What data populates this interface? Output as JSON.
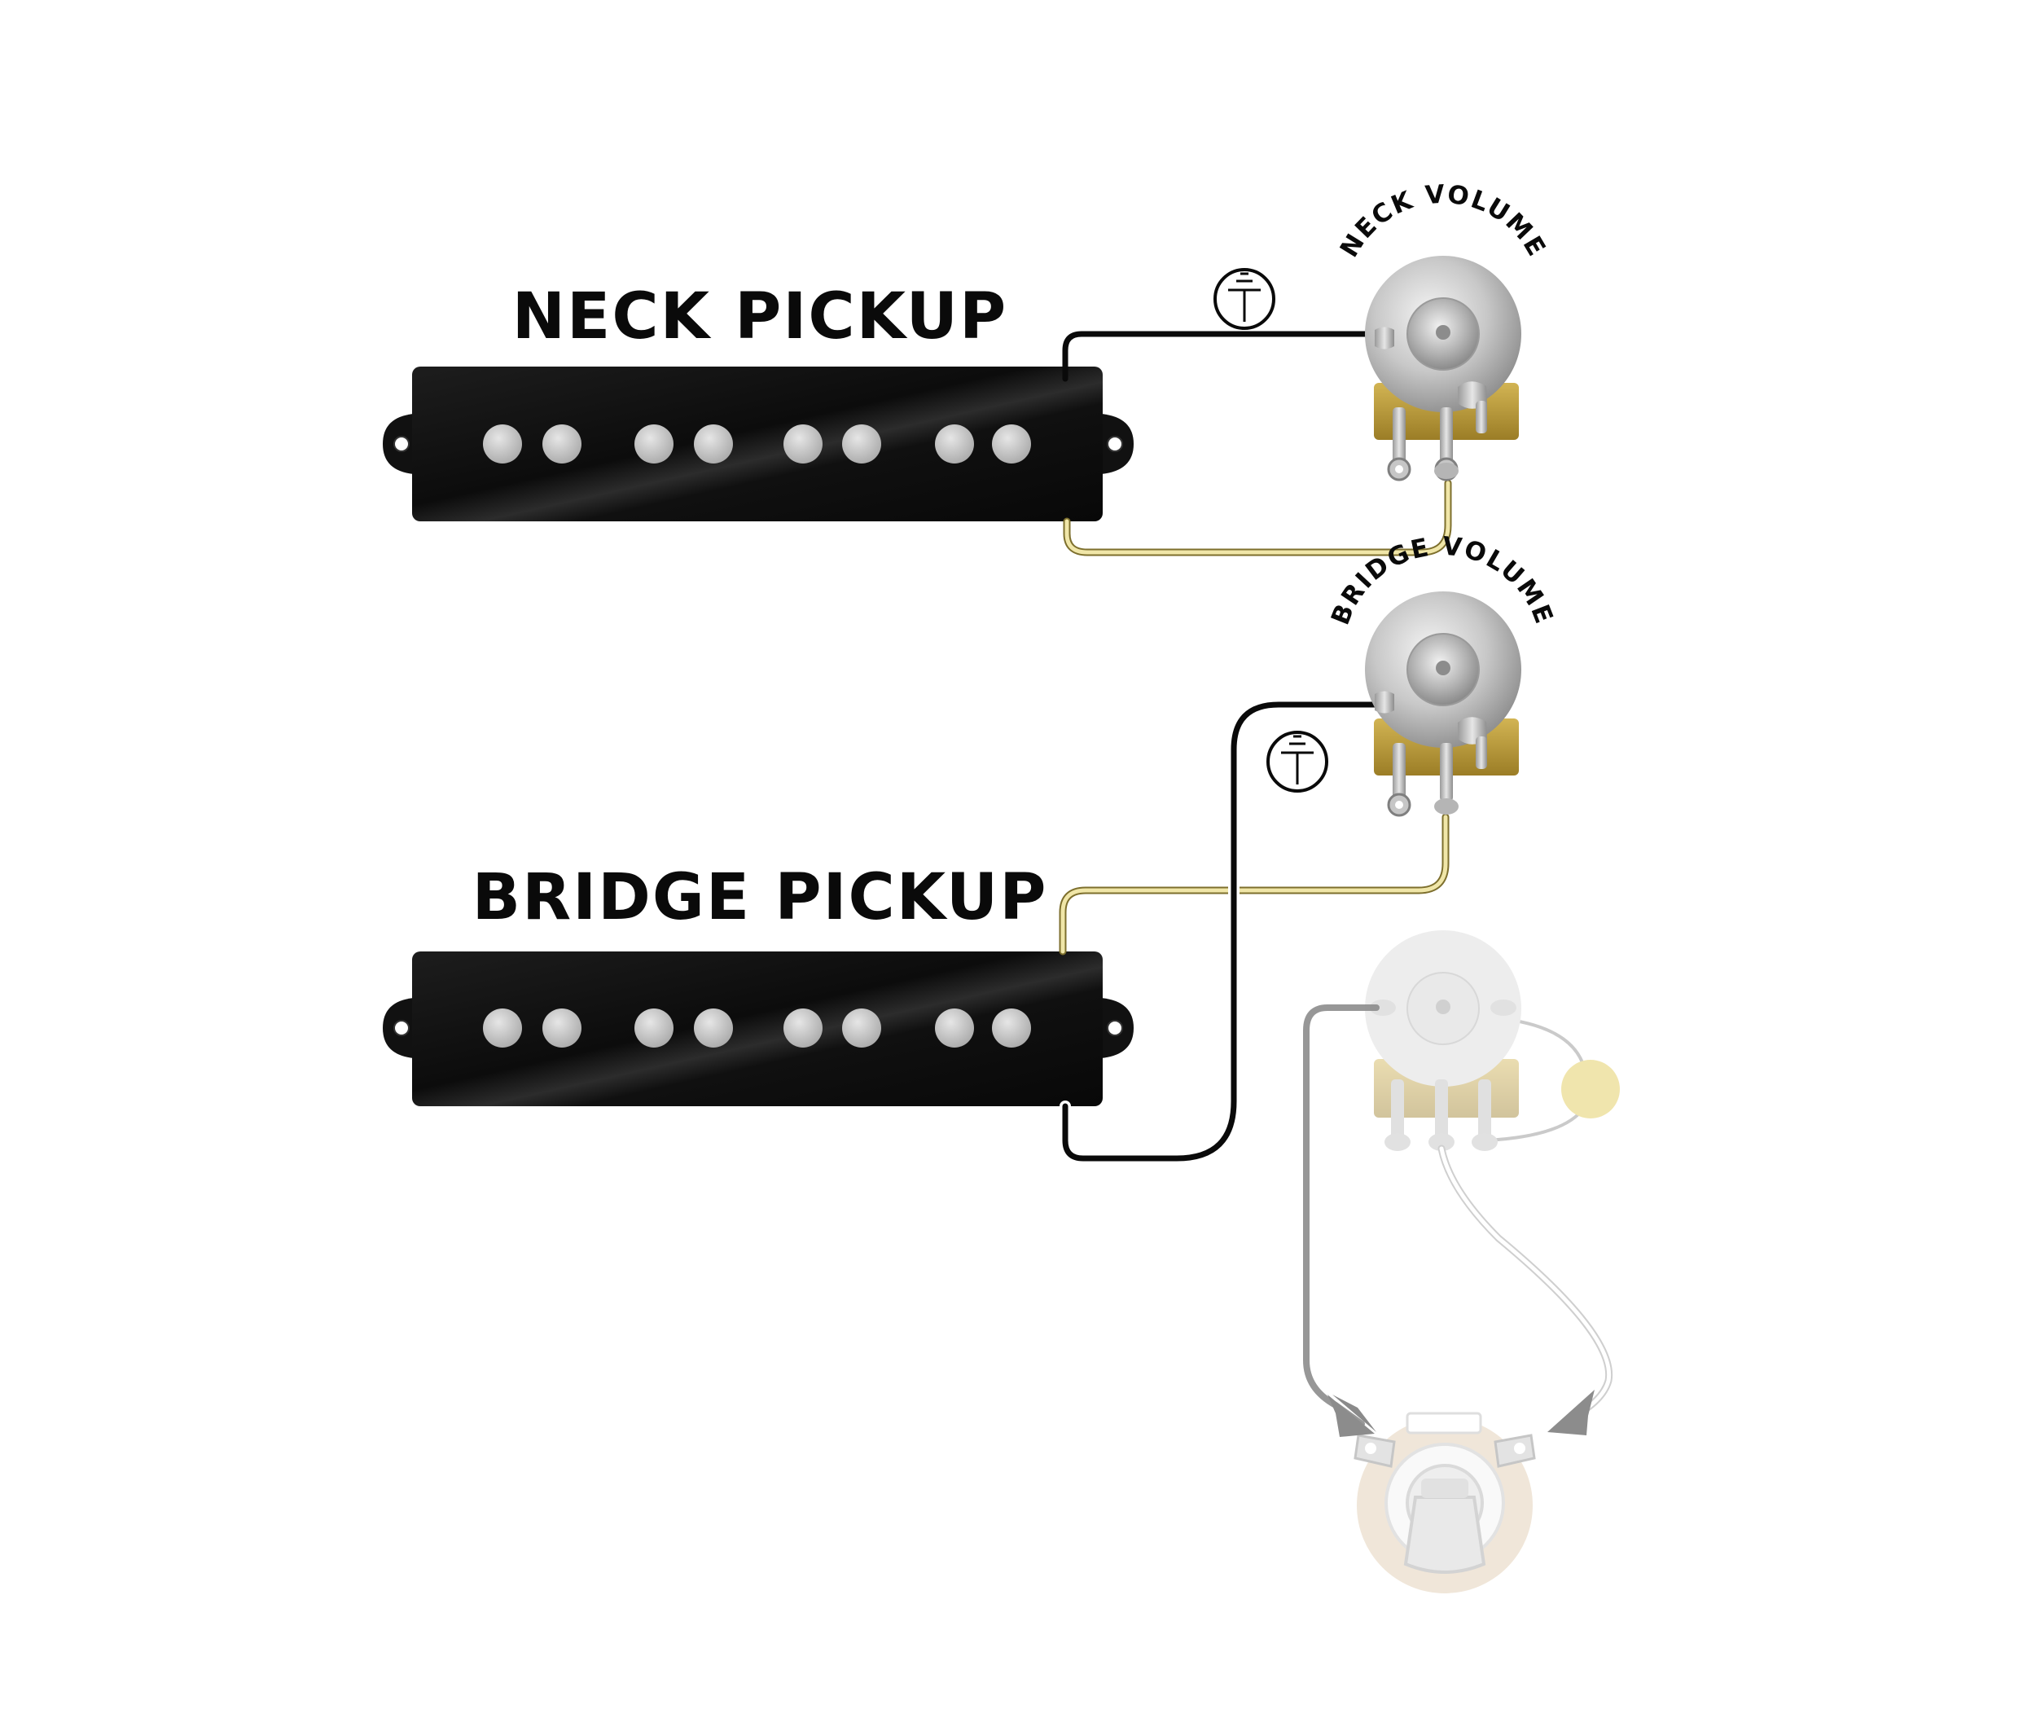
{
  "pickups": {
    "neck": {
      "title": "NECK PICKUP"
    },
    "bridge": {
      "title": "BRIDGE PICKUP"
    }
  },
  "pots": {
    "neck_volume": {
      "label": "NECK VOLUME"
    },
    "bridge_volume": {
      "label": "BRIDGE VOLUME"
    }
  },
  "colors": {
    "background": "#ffffff",
    "pickup_body": "#111111",
    "pole_piece": "#c9c9c9",
    "ground_wire": "#0a0a0a",
    "hot_wire": "#e8dc9a",
    "pot_body": "#cfcfcf",
    "pot_base": "#b99a3a",
    "faded_wire_gray": "#8c8c8c",
    "cap": "#e6d38a",
    "jack_ring": "#e9dccb"
  }
}
